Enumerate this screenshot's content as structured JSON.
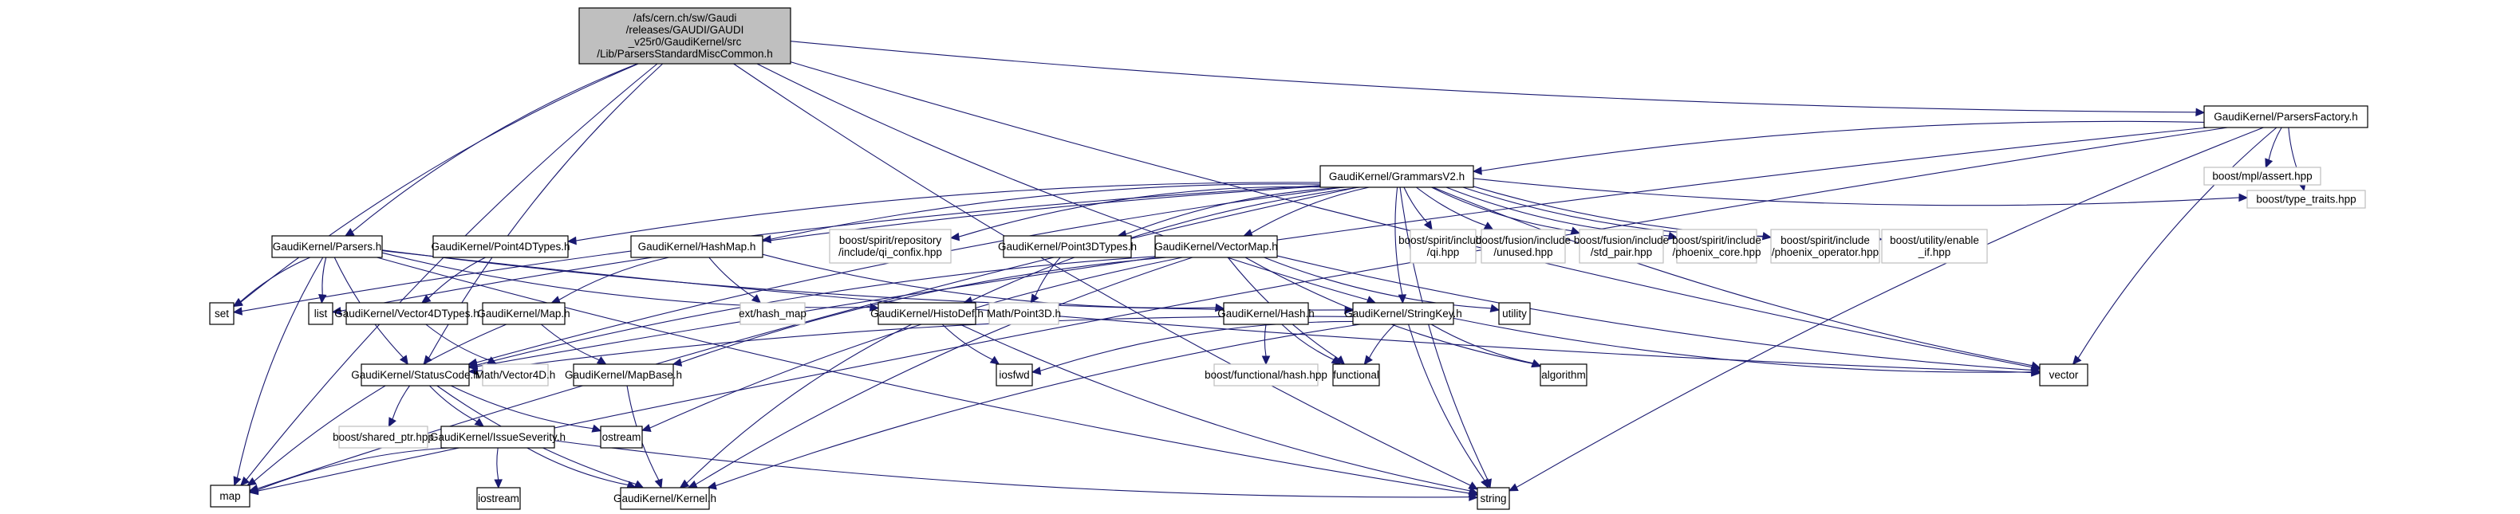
{
  "diagram": {
    "type": "include-dependency-graph",
    "colors": {
      "edge": "#191970",
      "root_fill": "#bfbfbf",
      "internal_border": "#000000",
      "external_border": "#bfbfbf"
    },
    "nodes": [
      {
        "id": "root",
        "label": [
          "/afs/cern.ch/sw/Gaudi",
          "/releases/GAUDI/GAUDI",
          "_v25r0/GaudiKernel/src",
          "/Lib/ParsersStandardMiscCommon.h"
        ],
        "kind": "root"
      },
      {
        "id": "ParsersFactory",
        "label": [
          "GaudiKernel/ParsersFactory.h"
        ],
        "kind": "internal"
      },
      {
        "id": "mplassert",
        "label": [
          "boost/mpl/assert.hpp"
        ],
        "kind": "external"
      },
      {
        "id": "GrammarsV2",
        "label": [
          "GaudiKernel/GrammarsV2.h"
        ],
        "kind": "internal"
      },
      {
        "id": "Parsers",
        "label": [
          "GaudiKernel/Parsers.h"
        ],
        "kind": "internal"
      },
      {
        "id": "Point4DTypes",
        "label": [
          "GaudiKernel/Point4DTypes.h"
        ],
        "kind": "internal"
      },
      {
        "id": "HashMap",
        "label": [
          "GaudiKernel/HashMap.h"
        ],
        "kind": "internal"
      },
      {
        "id": "qi_confix",
        "label": [
          "boost/spirit/repository",
          "/include/qi_confix.hpp"
        ],
        "kind": "external"
      },
      {
        "id": "Point3DTypes",
        "label": [
          "GaudiKernel/Point3DTypes.h"
        ],
        "kind": "internal"
      },
      {
        "id": "VectorMap",
        "label": [
          "GaudiKernel/VectorMap.h"
        ],
        "kind": "internal"
      },
      {
        "id": "qi",
        "label": [
          "boost/spirit/include",
          "/qi.hpp"
        ],
        "kind": "external"
      },
      {
        "id": "unused",
        "label": [
          "boost/fusion/include",
          "/unused.hpp"
        ],
        "kind": "external"
      },
      {
        "id": "std_pair",
        "label": [
          "boost/fusion/include",
          "/std_pair.hpp"
        ],
        "kind": "external"
      },
      {
        "id": "phoenix_core",
        "label": [
          "boost/spirit/include",
          "/phoenix_core.hpp"
        ],
        "kind": "external"
      },
      {
        "id": "phoenix_operator",
        "label": [
          "boost/spirit/include",
          "/phoenix_operator.hpp"
        ],
        "kind": "external"
      },
      {
        "id": "enable_if",
        "label": [
          "boost/utility/enable",
          "_if.hpp"
        ],
        "kind": "external"
      },
      {
        "id": "type_traits",
        "label": [
          "boost/type_traits.hpp"
        ],
        "kind": "external"
      },
      {
        "id": "set",
        "label": [
          "set"
        ],
        "kind": "internal"
      },
      {
        "id": "list",
        "label": [
          "list"
        ],
        "kind": "internal"
      },
      {
        "id": "Vector4DTypes",
        "label": [
          "GaudiKernel/Vector4DTypes.h"
        ],
        "kind": "internal"
      },
      {
        "id": "Map",
        "label": [
          "GaudiKernel/Map.h"
        ],
        "kind": "internal"
      },
      {
        "id": "hash_map",
        "label": [
          "ext/hash_map"
        ],
        "kind": "external"
      },
      {
        "id": "HistoDef",
        "label": [
          "GaudiKernel/HistoDef.h"
        ],
        "kind": "internal"
      },
      {
        "id": "Point3D",
        "label": [
          "Math/Point3D.h"
        ],
        "kind": "external"
      },
      {
        "id": "Hash",
        "label": [
          "GaudiKernel/Hash.h"
        ],
        "kind": "internal"
      },
      {
        "id": "StringKey",
        "label": [
          "GaudiKernel/StringKey.h"
        ],
        "kind": "internal"
      },
      {
        "id": "utility",
        "label": [
          "utility"
        ],
        "kind": "internal"
      },
      {
        "id": "StatusCode",
        "label": [
          "GaudiKernel/StatusCode.h"
        ],
        "kind": "internal"
      },
      {
        "id": "Vector4D",
        "label": [
          "Math/Vector4D.h"
        ],
        "kind": "external"
      },
      {
        "id": "MapBase",
        "label": [
          "GaudiKernel/MapBase.h"
        ],
        "kind": "internal"
      },
      {
        "id": "iosfwd",
        "label": [
          "iosfwd"
        ],
        "kind": "internal"
      },
      {
        "id": "fhash",
        "label": [
          "boost/functional/hash.hpp"
        ],
        "kind": "external"
      },
      {
        "id": "functional",
        "label": [
          "functional"
        ],
        "kind": "internal"
      },
      {
        "id": "algorithm",
        "label": [
          "algorithm"
        ],
        "kind": "internal"
      },
      {
        "id": "vector",
        "label": [
          "vector"
        ],
        "kind": "internal"
      },
      {
        "id": "shared_ptr",
        "label": [
          "boost/shared_ptr.hpp"
        ],
        "kind": "external"
      },
      {
        "id": "IssueSeverity",
        "label": [
          "GaudiKernel/IssueSeverity.h"
        ],
        "kind": "internal"
      },
      {
        "id": "ostream",
        "label": [
          "ostream"
        ],
        "kind": "internal"
      },
      {
        "id": "map",
        "label": [
          "map"
        ],
        "kind": "internal"
      },
      {
        "id": "iostream",
        "label": [
          "iostream"
        ],
        "kind": "internal"
      },
      {
        "id": "Kernel",
        "label": [
          "GaudiKernel/Kernel.h"
        ],
        "kind": "internal"
      },
      {
        "id": "string",
        "label": [
          "string"
        ],
        "kind": "internal"
      }
    ],
    "edges": [
      [
        "root",
        "ParsersFactory"
      ],
      [
        "root",
        "Parsers"
      ],
      [
        "root",
        "map"
      ],
      [
        "root",
        "set"
      ],
      [
        "root",
        "string"
      ],
      [
        "root",
        "vector"
      ],
      [
        "root",
        "StatusCode"
      ],
      [
        "root",
        "StringKey"
      ],
      [
        "ParsersFactory",
        "mplassert"
      ],
      [
        "ParsersFactory",
        "GrammarsV2"
      ],
      [
        "ParsersFactory",
        "type_traits"
      ],
      [
        "ParsersFactory",
        "vector"
      ],
      [
        "ParsersFactory",
        "string"
      ],
      [
        "ParsersFactory",
        "map"
      ],
      [
        "ParsersFactory",
        "StatusCode"
      ],
      [
        "GrammarsV2",
        "Point4DTypes"
      ],
      [
        "GrammarsV2",
        "HashMap"
      ],
      [
        "GrammarsV2",
        "qi_confix"
      ],
      [
        "GrammarsV2",
        "Point3DTypes"
      ],
      [
        "GrammarsV2",
        "VectorMap"
      ],
      [
        "GrammarsV2",
        "qi"
      ],
      [
        "GrammarsV2",
        "unused"
      ],
      [
        "GrammarsV2",
        "std_pair"
      ],
      [
        "GrammarsV2",
        "phoenix_core"
      ],
      [
        "GrammarsV2",
        "phoenix_operator"
      ],
      [
        "GrammarsV2",
        "enable_if"
      ],
      [
        "GrammarsV2",
        "type_traits"
      ],
      [
        "GrammarsV2",
        "set"
      ],
      [
        "GrammarsV2",
        "list"
      ],
      [
        "GrammarsV2",
        "map"
      ],
      [
        "GrammarsV2",
        "HistoDef"
      ],
      [
        "GrammarsV2",
        "StringKey"
      ],
      [
        "GrammarsV2",
        "vector"
      ],
      [
        "GrammarsV2",
        "string"
      ],
      [
        "GrammarsV2",
        "StatusCode"
      ],
      [
        "Parsers",
        "set"
      ],
      [
        "Parsers",
        "list"
      ],
      [
        "Parsers",
        "map"
      ],
      [
        "Parsers",
        "StatusCode"
      ],
      [
        "Parsers",
        "HistoDef"
      ],
      [
        "Parsers",
        "StringKey"
      ],
      [
        "Parsers",
        "vector"
      ],
      [
        "Parsers",
        "string"
      ],
      [
        "Point4DTypes",
        "Vector4DTypes"
      ],
      [
        "HashMap",
        "Map"
      ],
      [
        "HashMap",
        "hash_map"
      ],
      [
        "HashMap",
        "Hash"
      ],
      [
        "Point3DTypes",
        "Point3D"
      ],
      [
        "VectorMap",
        "utility"
      ],
      [
        "VectorMap",
        "functional"
      ],
      [
        "VectorMap",
        "algorithm"
      ],
      [
        "VectorMap",
        "vector"
      ],
      [
        "VectorMap",
        "ostream"
      ],
      [
        "VectorMap",
        "MapBase"
      ],
      [
        "VectorMap",
        "StatusCode"
      ],
      [
        "VectorMap",
        "Kernel"
      ],
      [
        "Vector4DTypes",
        "Vector4D"
      ],
      [
        "Map",
        "MapBase"
      ],
      [
        "Map",
        "map"
      ],
      [
        "HistoDef",
        "iosfwd"
      ],
      [
        "HistoDef",
        "string"
      ],
      [
        "HistoDef",
        "Kernel"
      ],
      [
        "Hash",
        "fhash"
      ],
      [
        "Hash",
        "functional"
      ],
      [
        "StringKey",
        "functional"
      ],
      [
        "StringKey",
        "algorithm"
      ],
      [
        "StringKey",
        "string"
      ],
      [
        "StringKey",
        "iosfwd"
      ],
      [
        "StringKey",
        "vector"
      ],
      [
        "StringKey",
        "Kernel"
      ],
      [
        "StringKey",
        "StatusCode"
      ],
      [
        "StatusCode",
        "shared_ptr"
      ],
      [
        "StatusCode",
        "IssueSeverity"
      ],
      [
        "StatusCode",
        "ostream"
      ],
      [
        "StatusCode",
        "Kernel"
      ],
      [
        "MapBase",
        "Kernel"
      ],
      [
        "IssueSeverity",
        "iostream"
      ],
      [
        "IssueSeverity",
        "Kernel"
      ],
      [
        "IssueSeverity",
        "map"
      ],
      [
        "IssueSeverity",
        "string"
      ]
    ]
  }
}
